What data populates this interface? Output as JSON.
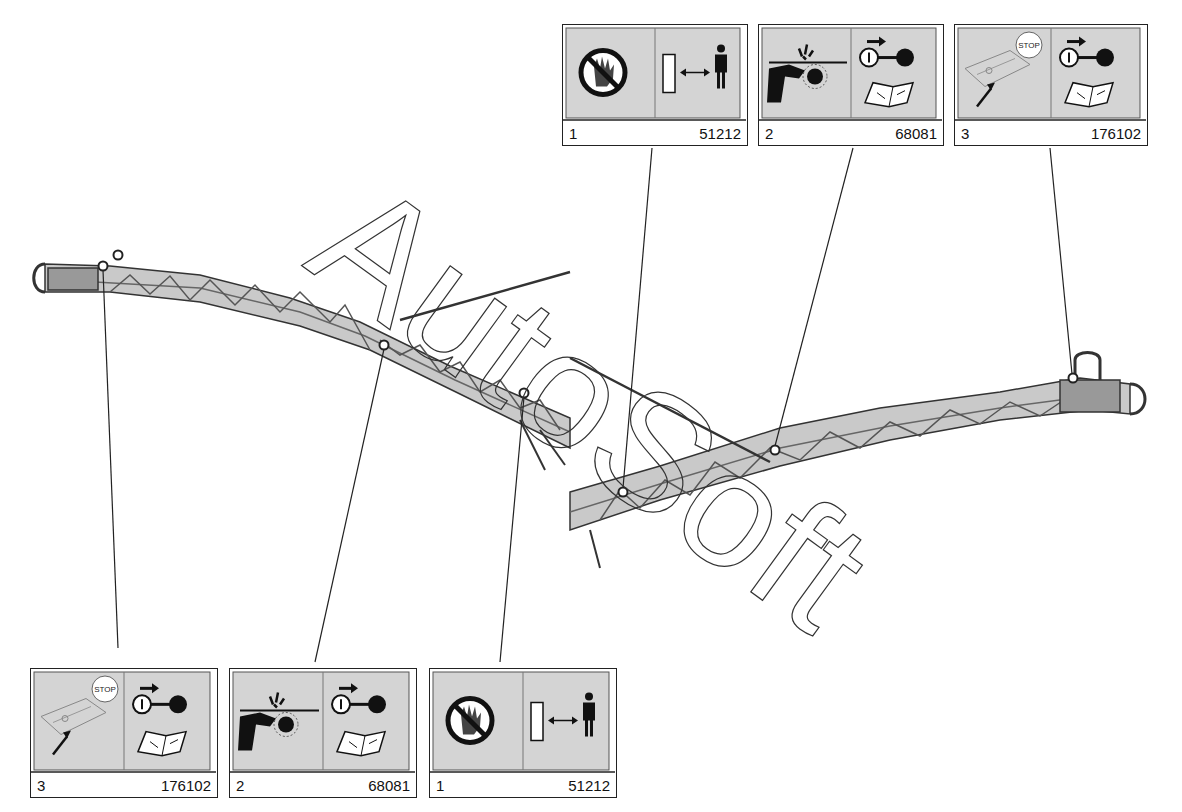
{
  "diagram": {
    "nodes": [
      {
        "text": [
          "1",
          "51212"
        ]
      },
      {
        "text": [
          "2",
          "68081"
        ]
      },
      {
        "text": [
          "STOP",
          "3",
          "176102"
        ]
      },
      {
        "text": [
          "STOP",
          "3",
          "176102"
        ]
      },
      {
        "text": [
          "2",
          "68081"
        ]
      },
      {
        "text": [
          "1",
          "51212"
        ]
      }
    ],
    "edges": [],
    "labels": [
      "AutoSoft"
    ]
  }
}
